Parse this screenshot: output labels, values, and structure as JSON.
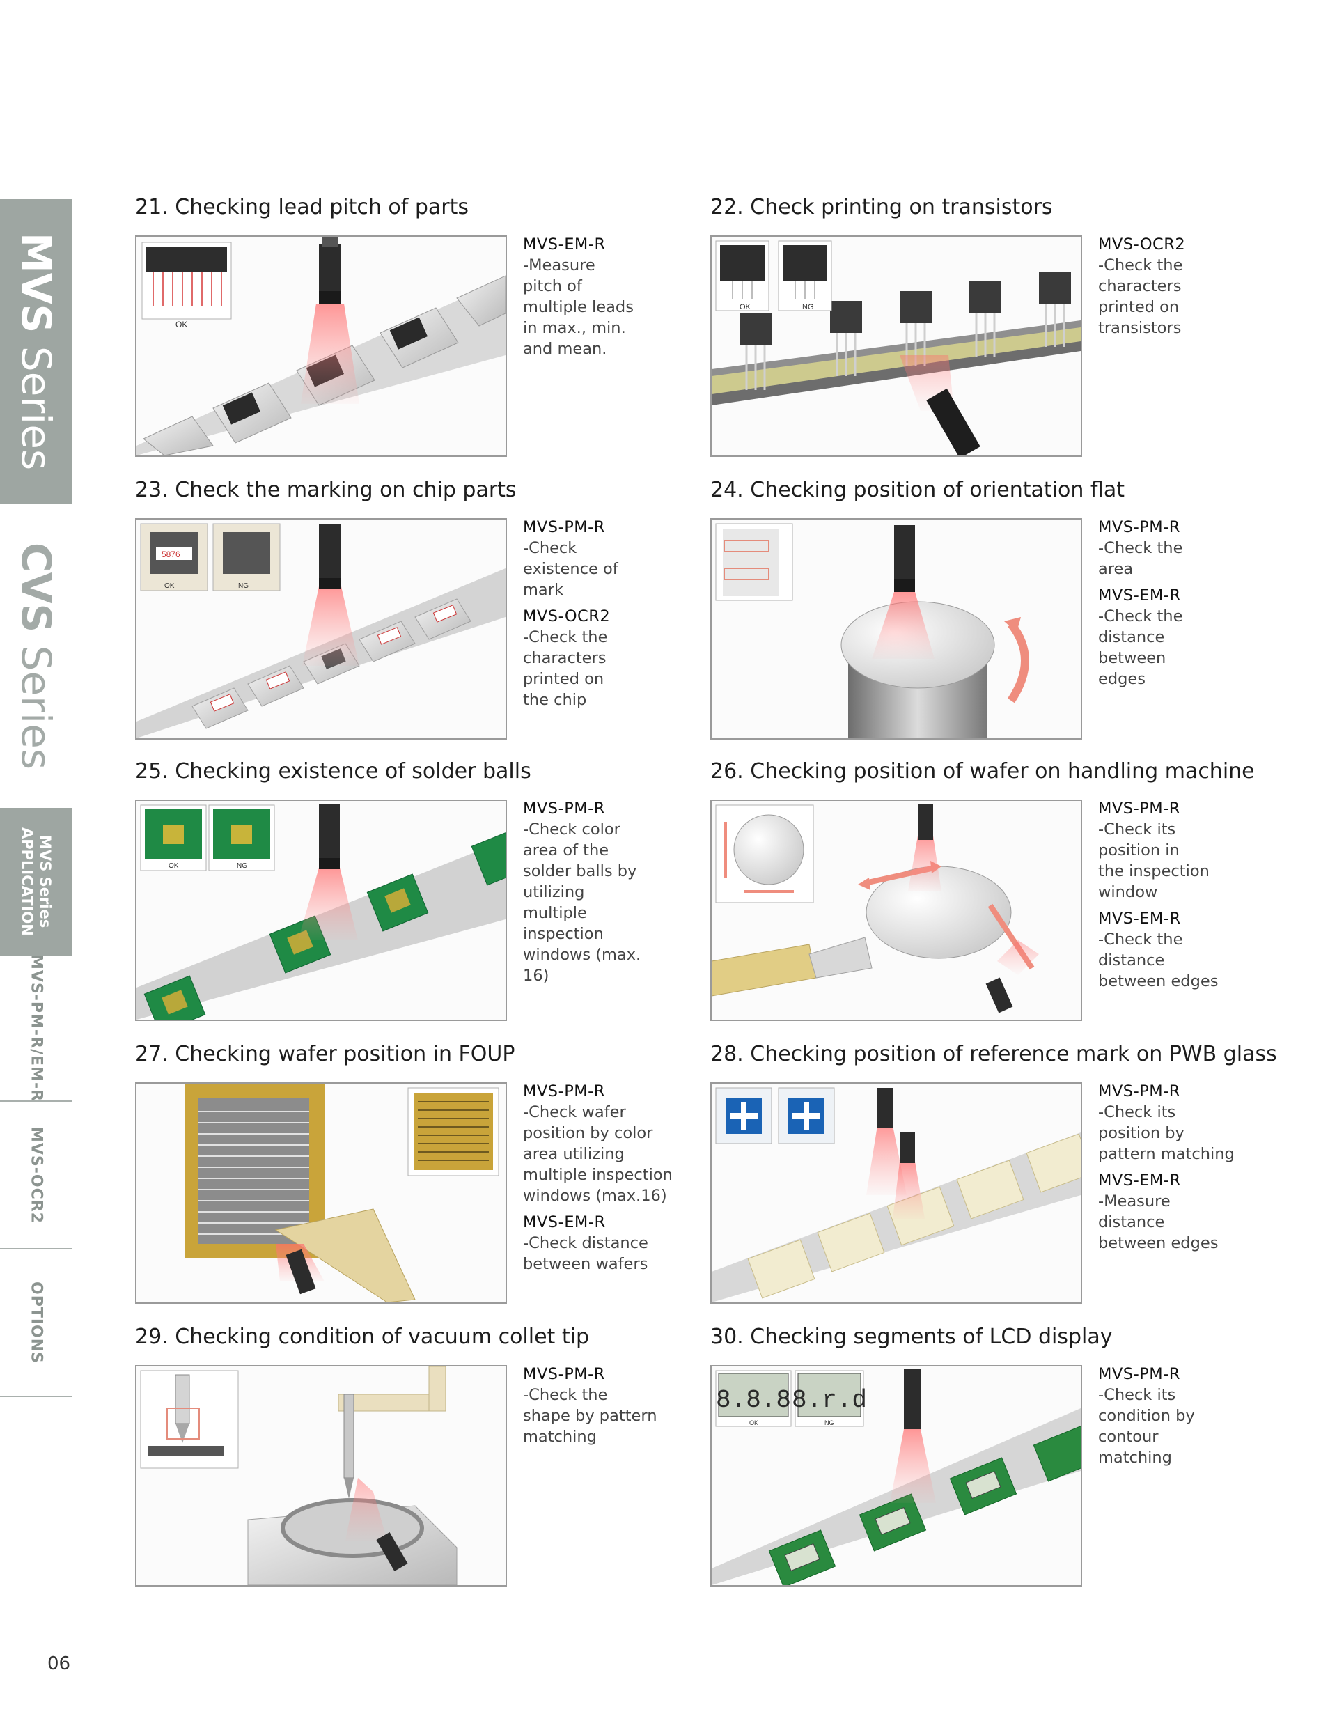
{
  "sidebar": {
    "mvs_bold": "MVS",
    "mvs_light": " Series",
    "cvs_bold": "CVS",
    "cvs_light": " Series",
    "app_line1": "MVS Series",
    "app_line2": "APPLICATION",
    "tab_pm": "MVS-PM-R/EM-R",
    "tab_ocr": "MVS-OCR2",
    "tab_options": "OPTIONS"
  },
  "page_number": "06",
  "cells": [
    {
      "title": "21. Checking lead pitch of parts",
      "entries": [
        {
          "model": "MVS-EM-R",
          "text": "-Measure\npitch of\nmultiple leads\nin max., min.\nand mean."
        }
      ],
      "ok_label": "OK"
    },
    {
      "title": "22. Check printing on transistors",
      "entries": [
        {
          "model": "MVS-OCR2",
          "text": "-Check the\ncharacters\nprinted on\ntransistors"
        }
      ],
      "ok_label": "OK",
      "ng_label": "NG"
    },
    {
      "title": "23.  Check the marking on chip parts",
      "entries": [
        {
          "model": "MVS-PM-R",
          "text": "-Check\nexistence of\nmark"
        },
        {
          "model": "MVS-OCR2",
          "text": "-Check the\ncharacters\nprinted on\nthe chip"
        }
      ],
      "ok_label": "OK",
      "ng_label": "NG",
      "chip_code": "5876"
    },
    {
      "title": "24. Checking position of orientation flat",
      "entries": [
        {
          "model": "MVS-PM-R",
          "text": "-Check the\narea"
        },
        {
          "model": "MVS-EM-R",
          "text": "-Check the\ndistance\nbetween\nedges"
        }
      ]
    },
    {
      "title": "25. Checking existence of solder balls",
      "entries": [
        {
          "model": "MVS-PM-R",
          "text": "-Check color\n area of the\n solder balls by\n utilizing\n multiple\n inspection\n windows (max.\n 16)"
        }
      ],
      "ok_label": "OK",
      "ng_label": "NG"
    },
    {
      "title": "26. Checking position of wafer on handling machine",
      "entries": [
        {
          "model": "MVS-PM-R",
          "text": "-Check its\nposition in\nthe inspection\nwindow"
        },
        {
          "model": "MVS-EM-R",
          "text": "-Check the\ndistance\nbetween edges"
        }
      ]
    },
    {
      "title": "27. Checking wafer position in FOUP",
      "entries": [
        {
          "model": "MVS-PM-R",
          "text": "-Check wafer\nposition by color\narea utilizing\nmultiple inspection\nwindows (max.16)"
        },
        {
          "model": "MVS-EM-R",
          "text": "-Check distance\nbetween wafers"
        }
      ]
    },
    {
      "title": "28. Checking position of reference mark on PWB glass",
      "entries": [
        {
          "model": "MVS-PM-R",
          "text": "-Check its\nposition by\npattern matching"
        },
        {
          "model": "MVS-EM-R",
          "text": "-Measure\ndistance\nbetween edges"
        }
      ]
    },
    {
      "title": "29. Checking condition of vacuum collet tip",
      "entries": [
        {
          "model": "MVS-PM-R",
          "text": "-Check the\nshape by pattern\nmatching"
        }
      ]
    },
    {
      "title": "30. Checking segments of LCD display",
      "entries": [
        {
          "model": "MVS-PM-R",
          "text": "-Check its\ncondition by\ncontour\nmatching"
        }
      ],
      "ok_label": "OK",
      "ng_label": "NG",
      "lcd_ok": "8.8.8",
      "lcd_ng": "8.r.d"
    }
  ]
}
